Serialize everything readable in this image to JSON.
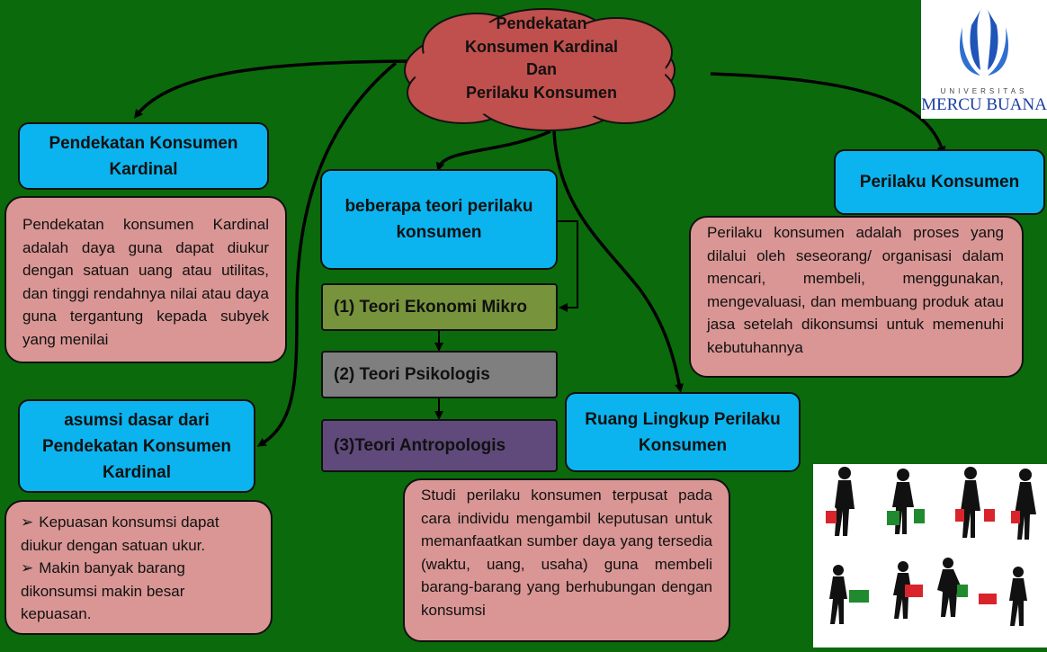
{
  "title_cloud": {
    "lines": [
      "Pendekatan",
      "Konsumen Kardinal",
      "Dan",
      "Perilaku Konsumen"
    ],
    "fill": "#c0504d"
  },
  "logo": {
    "small": "UNIVERSITAS",
    "name": "MERCU BUANA"
  },
  "left_top": {
    "heading": "Pendekatan Konsumen Kardinal",
    "text": "Pendekatan konsumen Kardinal adalah daya guna dapat diukur dengan satuan uang atau utilitas, dan tinggi rendahnya nilai atau daya guna tergantung kepada subyek yang menilai"
  },
  "left_bottom": {
    "heading": "asumsi dasar dari Pendekatan Konsumen Kardinal",
    "bullets": [
      "Kepuasan konsumsi dapat diukur dengan satuan ukur.",
      "Makin banyak barang dikonsumsi makin besar kepuasan."
    ]
  },
  "middle": {
    "heading": "beberapa teori perilaku konsumen",
    "theories": [
      "(1) Teori Ekonomi Mikro",
      "(2) Teori Psikologis",
      "(3)Teori Antropologis"
    ]
  },
  "ruang": {
    "heading": "Ruang Lingkup Perilaku Konsumen",
    "text": "Studi perilaku konsumen terpusat pada cara individu mengambil keputusan untuk memanfaatkan sumber daya yang tersedia (waktu, uang, usaha) guna membeli barang-barang yang berhubungan dengan konsumsi"
  },
  "right": {
    "heading": "Perilaku Konsumen",
    "text": "Perilaku konsumen adalah proses yang dilalui oleh seseorang/ organisasi dalam mencari, membeli, menggunakan, mengevaluasi, dan membuang produk atau jasa setelah dikonsumsi untuk memenuhi kebutuhannya"
  },
  "colors": {
    "background": "#0b6a0b",
    "blue_box": "#0bb4ef",
    "pink_box": "#d99694",
    "olive": "#77933c",
    "grey": "#7f7f7f",
    "purple": "#604a7b"
  }
}
